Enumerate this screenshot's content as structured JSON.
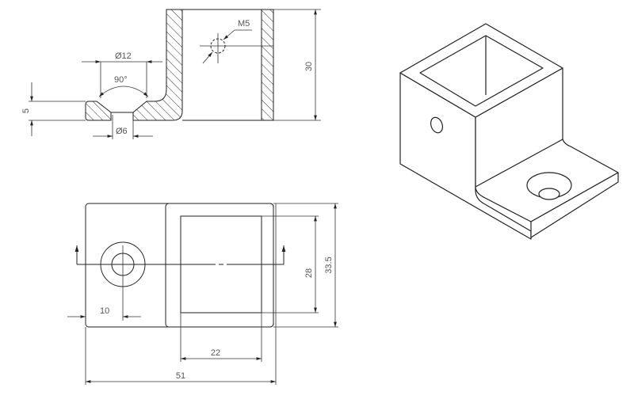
{
  "drawing": {
    "section_view": {
      "dim_counterbore_diameter": "Ø12",
      "dim_countersink_angle": "90°",
      "dim_base_thickness": "5",
      "dim_hole_diameter": "Ø6",
      "dim_thread": "M5",
      "dim_height": "30"
    },
    "top_view": {
      "dim_inner_height": "28",
      "dim_outer_height": "33.5",
      "dim_hole_offset": "10",
      "dim_inner_width": "22",
      "dim_overall_length": "51"
    },
    "colors": {
      "line": "#222222",
      "text": "#555555"
    }
  }
}
